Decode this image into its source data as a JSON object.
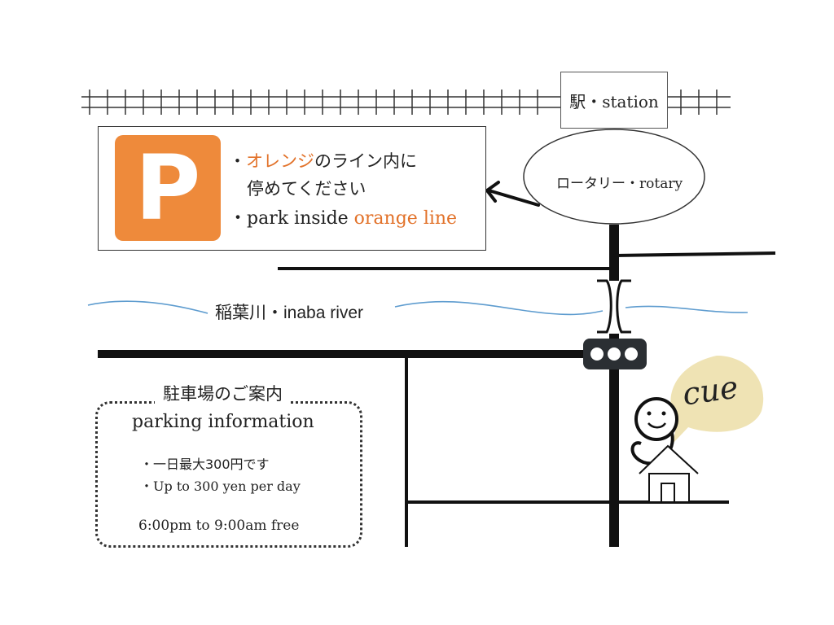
{
  "station": {
    "label": "駅・station"
  },
  "rotary": {
    "label": "ロータリー・rotary"
  },
  "river": {
    "label": "稲葉川・inaba river"
  },
  "parking_notice": {
    "sign_letter": "P",
    "line1_prefix": "・",
    "line1_orange": "オレンジ",
    "line1_suffix": "のライン内に",
    "line2": "停めてください",
    "line3_prefix": "・park inside ",
    "line3_orange": "orange line"
  },
  "parking_info": {
    "title_ja": "駐車場のご案内",
    "title_en": "parking information",
    "line1": "・一日最大300円です",
    "line2": "・Up to 300 yen per day",
    "free": "6:00pm to 9:00am free"
  },
  "brand": {
    "label": "cue"
  },
  "colors": {
    "parking_orange": "#ee8a3b",
    "orange_text": "#e2722a",
    "river_blue": "#5e9ccf",
    "road_black": "#111111",
    "speech_bubble": "#efe3b4",
    "traffic_light": "#2b2f33"
  },
  "icons": [
    "railway-track",
    "traffic-light-icon",
    "bridge-icon",
    "house-icon",
    "mascot-icon",
    "speech-bubble",
    "arrow-icon"
  ]
}
